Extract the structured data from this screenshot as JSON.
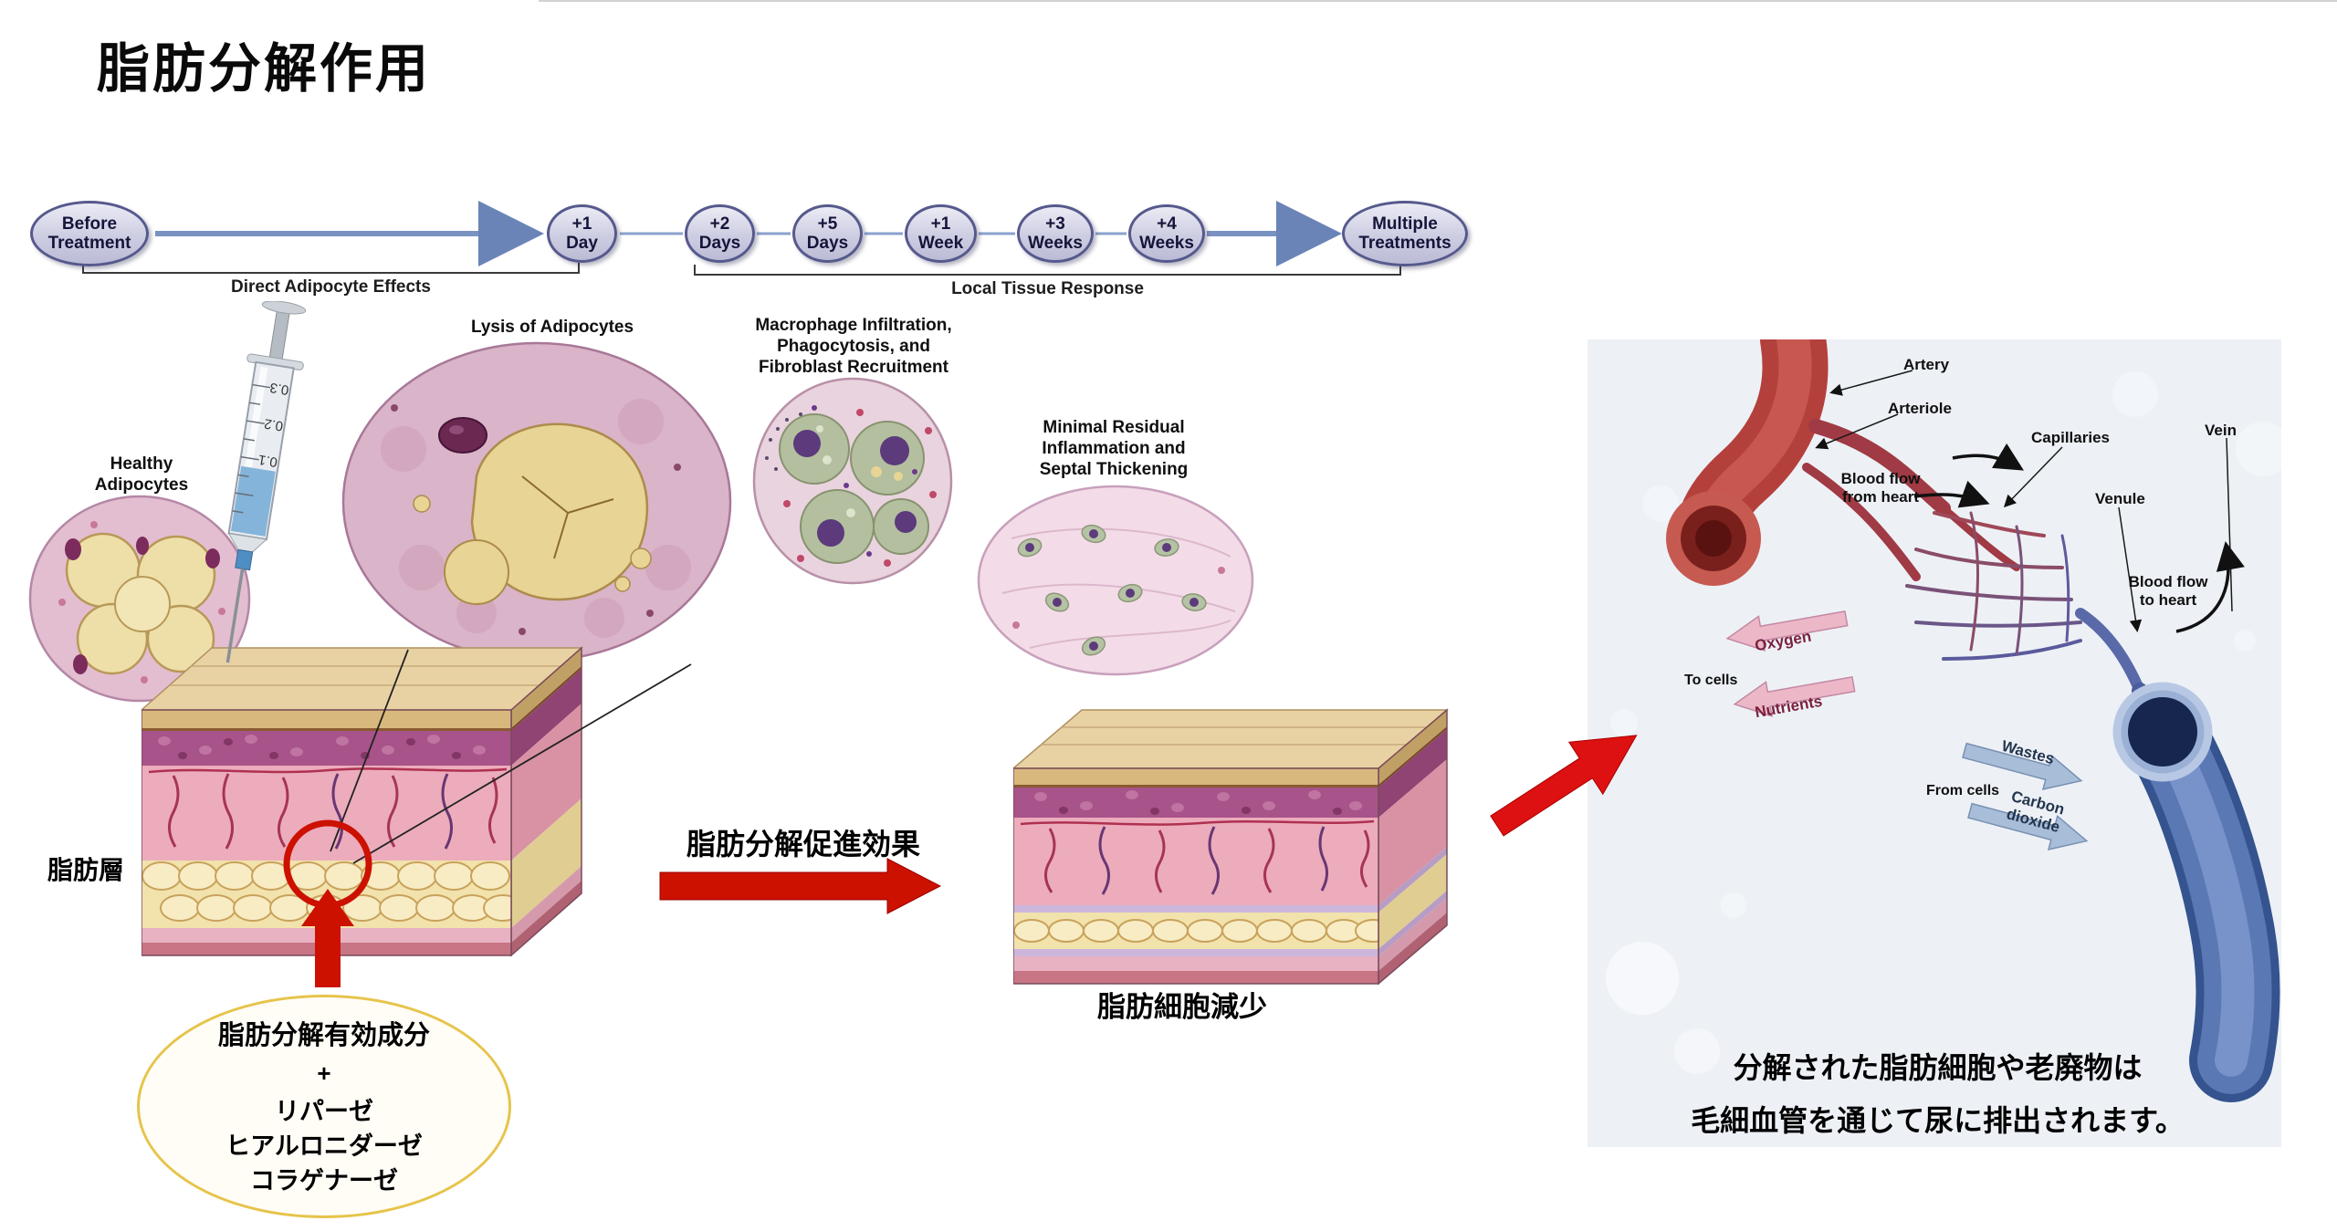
{
  "page": {
    "title": "脂肪分解作用"
  },
  "colors": {
    "accent_red": "#cc1100",
    "timeline_oval_fill": "#d9d9ea",
    "timeline_oval_border": "#56598c",
    "ingredient_oval_border": "#e6c44c",
    "artery_red": "#b4403c",
    "vein_blue": "#4a68a8"
  },
  "timeline": {
    "nodes": [
      {
        "label": "Before\nTreatment"
      },
      {
        "label": "+1\nDay"
      },
      {
        "label": "+2\nDays"
      },
      {
        "label": "+5\nDays"
      },
      {
        "label": "+1\nWeek"
      },
      {
        "label": "+3\nWeeks"
      },
      {
        "label": "+4\nWeeks"
      },
      {
        "label": "Multiple\nTreatments"
      }
    ],
    "phase_labels": [
      "Direct Adipocyte Effects",
      "Local Tissue Response"
    ]
  },
  "figure": {
    "healthy": "Healthy\nAdipocytes",
    "lysis": "Lysis of Adipocytes",
    "macrophage": "Macrophage Infiltration,\nPhagocytosis, and\nFibroblast Recruitment",
    "minimal": "Minimal Residual\nInflammation and\nSeptal Thickening",
    "fat_layer": "脂肪層",
    "syringe_scale": [
      "0.3",
      "0.2",
      "0.1"
    ]
  },
  "ingredients": {
    "title": "脂肪分解有効成分",
    "plus": "+",
    "items": [
      "リパーゼ",
      "ヒアルロニダーゼ",
      "コラゲナーゼ"
    ]
  },
  "flow": {
    "effect_label": "脂肪分解促進効果",
    "result_label": "脂肪細胞減少"
  },
  "vessel": {
    "artery": "Artery",
    "arteriole": "Arteriole",
    "capillaries": "Capillaries",
    "vein": "Vein",
    "venule": "Venule",
    "flow_from_heart": "Blood flow\nfrom heart",
    "flow_to_heart": "Blood flow\nto heart",
    "oxygen": "Oxygen",
    "nutrients": "Nutrients",
    "to_cells": "To cells",
    "wastes": "Wastes",
    "carbon_dioxide": "Carbon\ndioxide",
    "from_cells": "From cells"
  },
  "caption": {
    "line1": "分解された脂肪細胞や老廃物は",
    "line2": "毛細血管を通じて尿に排出されます。"
  }
}
